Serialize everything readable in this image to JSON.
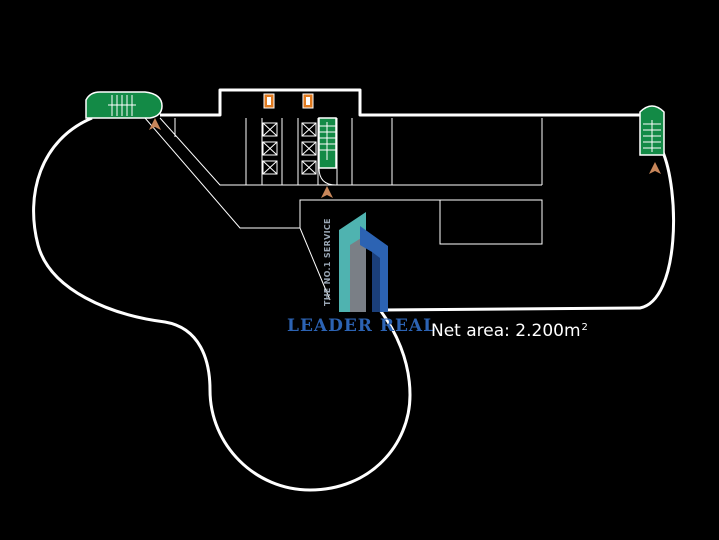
{
  "plan": {
    "net_area_label": "Net area: 2.200m",
    "net_area_unit_sup": "2"
  },
  "logo": {
    "brand": "LEADER REAL",
    "tagline": "THE NO.1 SERVICE",
    "colors": {
      "blue": "#2c63b3",
      "teal": "#4fb3b0",
      "grey": "#7a7f86"
    }
  },
  "colors": {
    "background": "#000000",
    "walls": "#ffffff",
    "stairs": "#138a46",
    "arrows": "#c8865a",
    "extinguisher": "#e07a1f"
  },
  "icons": [
    "stair-icon",
    "fire-extinguisher-icon",
    "elevator-icon",
    "entrance-arrow-icon"
  ]
}
